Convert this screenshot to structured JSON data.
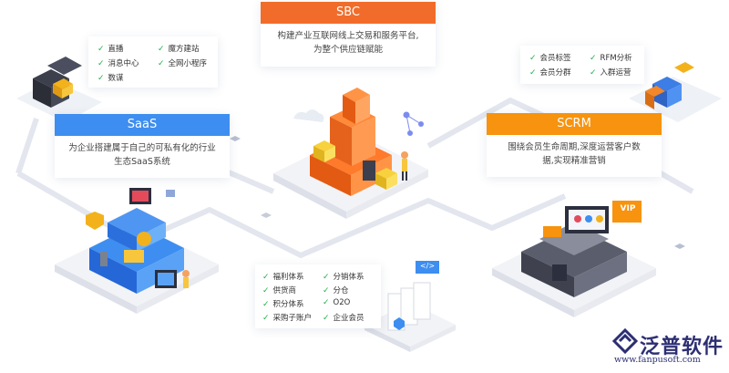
{
  "sbc": {
    "title": "SBC",
    "desc_line1": "构建产业互联网线上交易和服务平台,",
    "desc_line2": "为整个供应链赋能",
    "color": "#f16c2a"
  },
  "saas": {
    "title": "SaaS",
    "desc_line1": "为企业搭建属于自己的可私有化的行业",
    "desc_line2": "生态SaaS系统",
    "color": "#3d8ef0"
  },
  "scrm": {
    "title": "SCRM",
    "desc_line1": "围绕会员生命周期,深度运营客户数",
    "desc_line2": "据,实现精准营销",
    "color": "#f7930e"
  },
  "features_top_left": [
    "直播",
    "魔方建站",
    "消息中心",
    "全网小程序",
    "数谋"
  ],
  "features_top_right": [
    "会员标签",
    "RFM分析",
    "会员分群",
    "入群运营"
  ],
  "features_bottom": [
    "福利体系",
    "分销体系",
    "供货商",
    "分仓",
    "积分体系",
    "O2O",
    "采购子账户",
    "企业会员"
  ],
  "badges": {
    "vip": "VIP",
    "code": "</>"
  },
  "logo": {
    "name": "泛普软件",
    "url": "www.fanpusoft.com"
  }
}
